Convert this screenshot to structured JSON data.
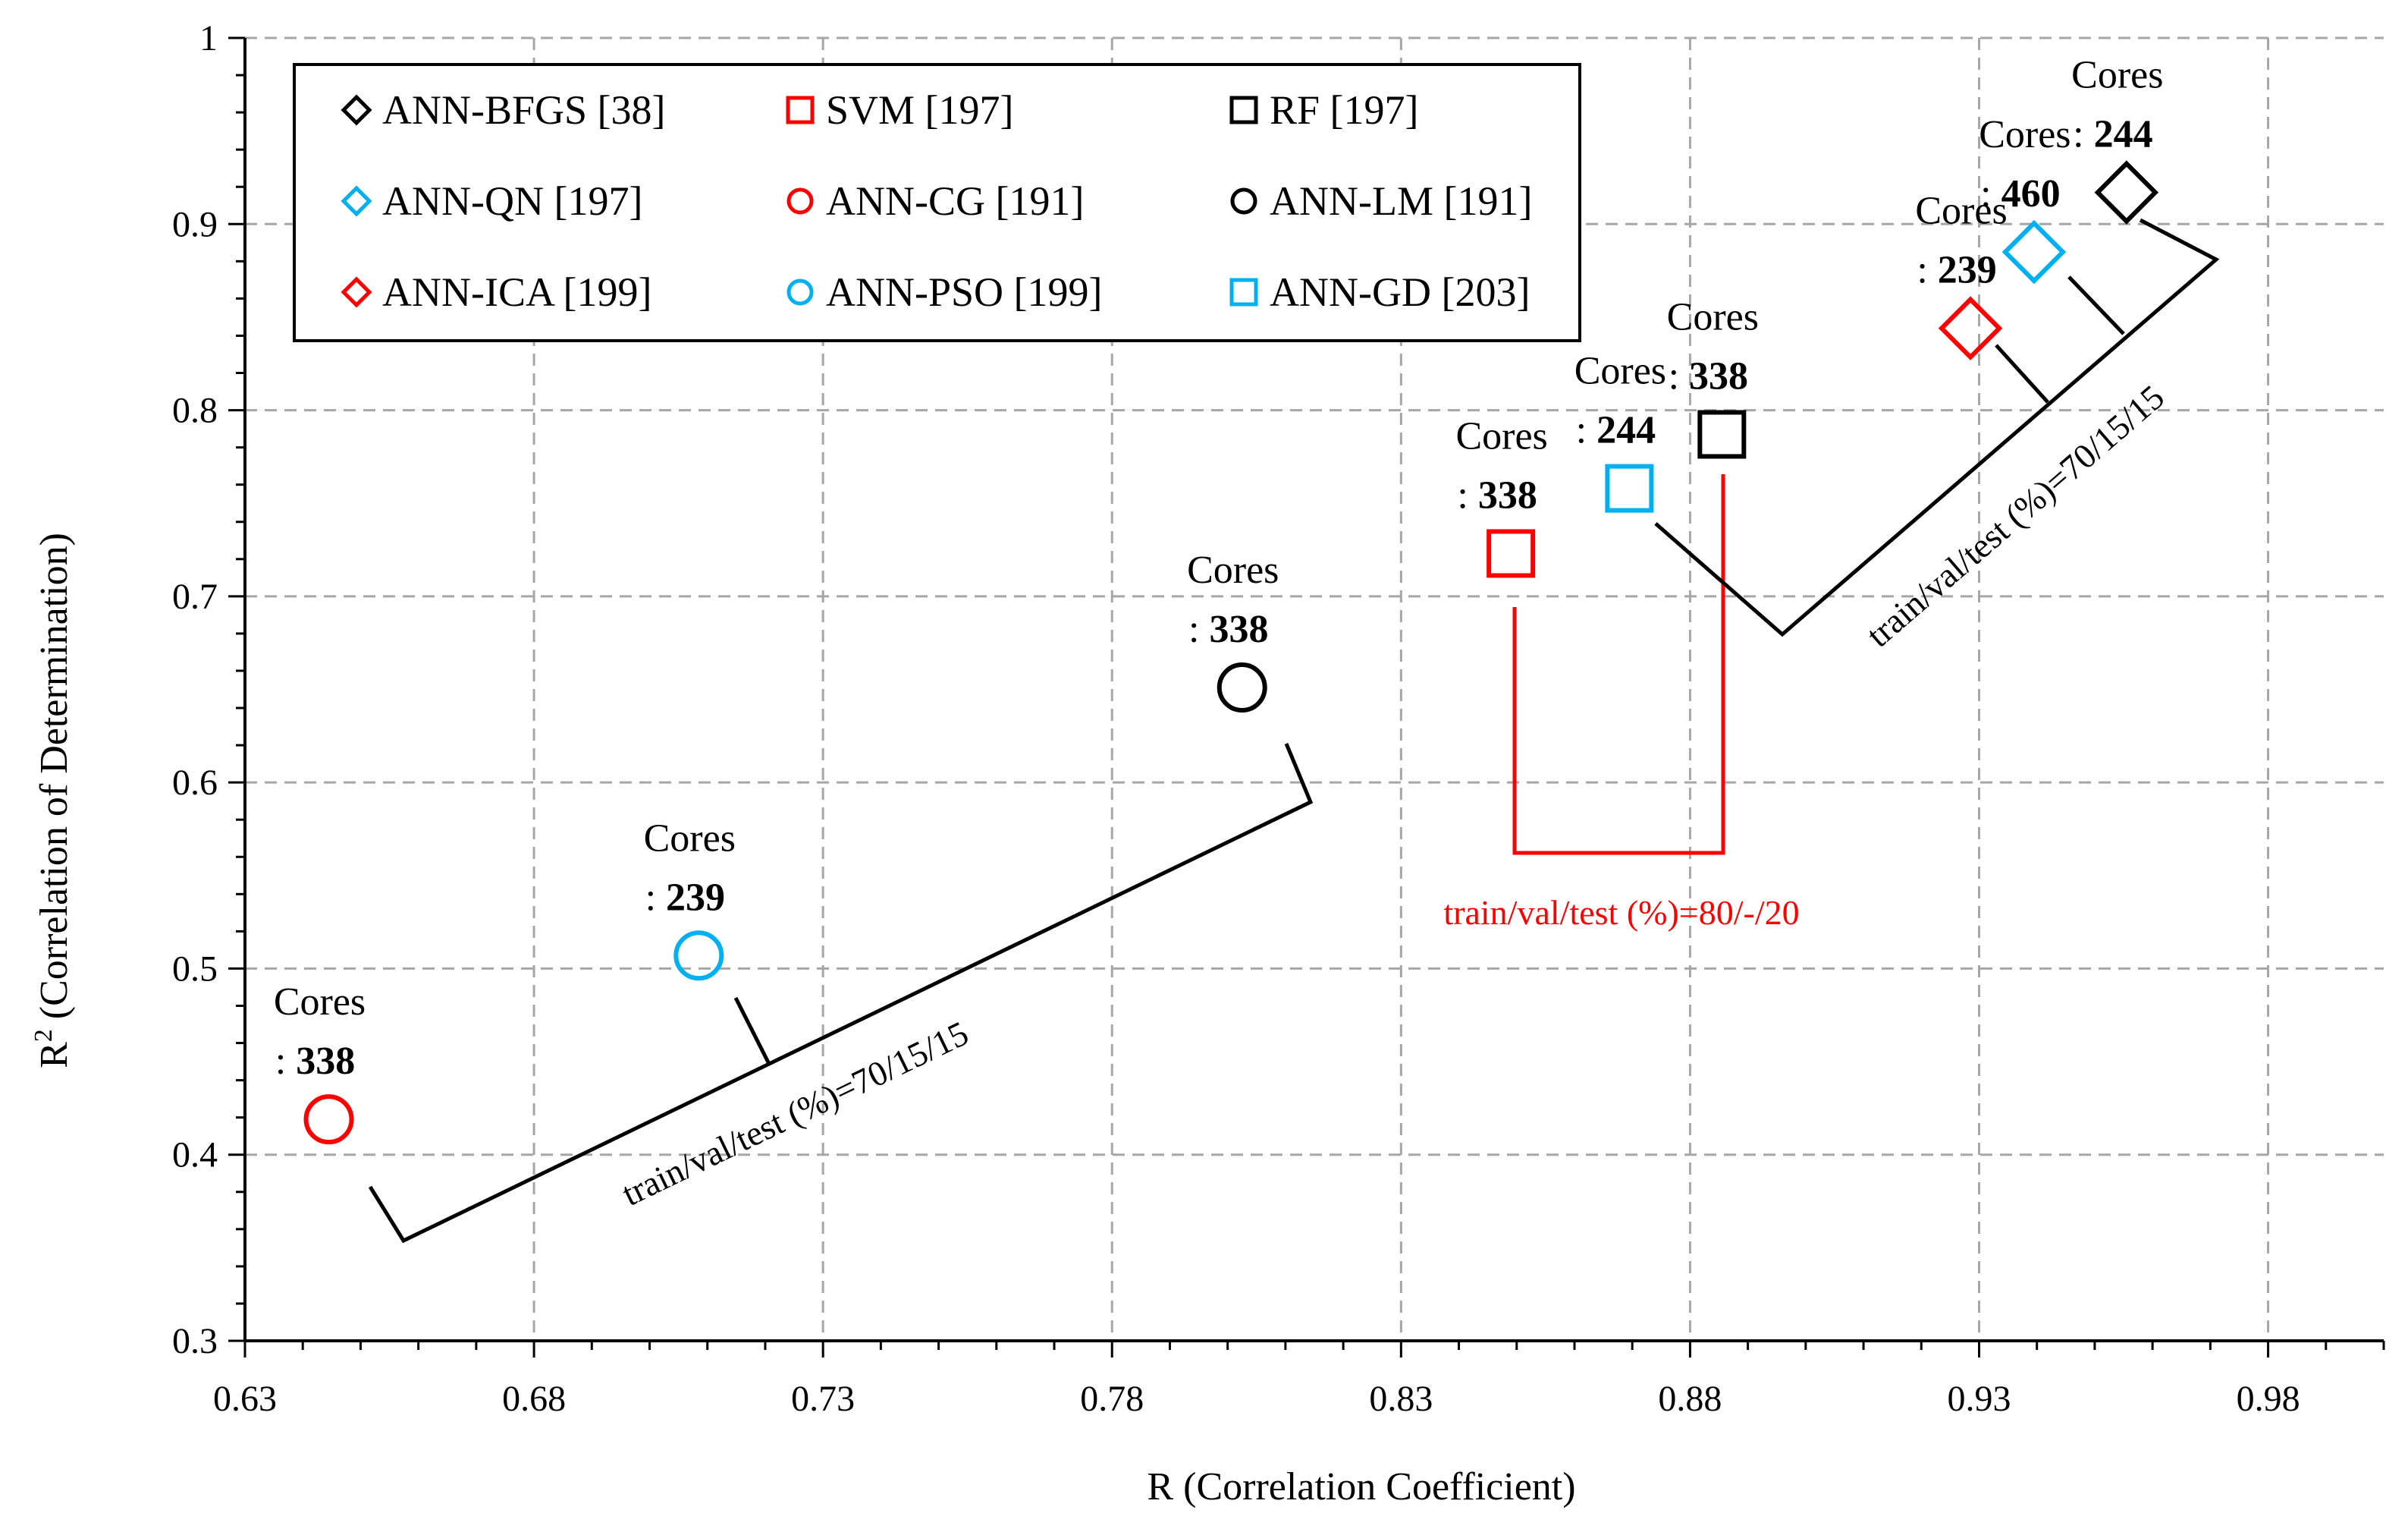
{
  "chart_data": {
    "type": "scatter",
    "title": "",
    "xlabel": "R (Correlation Coefficient)",
    "ylabel_main": "R",
    "ylabel_sup": "2",
    "ylabel_rest": " (Correlation of Determination)",
    "xlim": [
      0.63,
      1.0
    ],
    "ylim": [
      0.3,
      1.0
    ],
    "x_ticks": [
      "0.63",
      "0.68",
      "0.73",
      "0.78",
      "0.83",
      "0.88",
      "0.93",
      "0.98"
    ],
    "y_ticks": [
      "0.3",
      "0.4",
      "0.5",
      "0.6",
      "0.7",
      "0.8",
      "0.9",
      "1"
    ],
    "grid": true,
    "legend_position": "top-left",
    "series": [
      {
        "name": "ANN-BFGS [38]",
        "marker": "diamond",
        "color": "#000000",
        "x": 0.9555,
        "y": 0.917,
        "cores": "244"
      },
      {
        "name": "SVM [197]",
        "marker": "square",
        "color": "#ff0000",
        "x": 0.849,
        "y": 0.723,
        "cores": "338"
      },
      {
        "name": "RF [197]",
        "marker": "square",
        "color": "#000000",
        "x": 0.8855,
        "y": 0.787,
        "cores": "338"
      },
      {
        "name": "ANN-QN [197]",
        "marker": "diamond",
        "color": "#00b0f0",
        "x": 0.9395,
        "y": 0.885,
        "cores": "460"
      },
      {
        "name": "ANN-CG [191]",
        "marker": "circle",
        "color": "#ff0000",
        "x": 0.6445,
        "y": 0.419,
        "cores": "338"
      },
      {
        "name": "ANN-LM [191]",
        "marker": "circle",
        "color": "#000000",
        "x": 0.8025,
        "y": 0.651,
        "cores": "338"
      },
      {
        "name": "ANN-ICA [199]",
        "marker": "diamond",
        "color": "#ff0000",
        "x": 0.9285,
        "y": 0.844,
        "cores": "239"
      },
      {
        "name": "ANN-PSO [199]",
        "marker": "circle",
        "color": "#00b0f0",
        "x": 0.7085,
        "y": 0.507,
        "cores": "239"
      },
      {
        "name": "ANN-GD [203]",
        "marker": "square",
        "color": "#00b0f0",
        "x": 0.8695,
        "y": 0.758,
        "cores": "244"
      }
    ],
    "annotations": {
      "cores_label": "Cores",
      "cores_prefix": ": ",
      "split_70": "train/val/test (%)=70/15/15",
      "split_80": "train/val/test (%)=80/-/20"
    },
    "colors": {
      "black": "#000000",
      "red": "#ff0000",
      "blue": "#00b0f0",
      "grid": "#a6a6a6"
    }
  }
}
